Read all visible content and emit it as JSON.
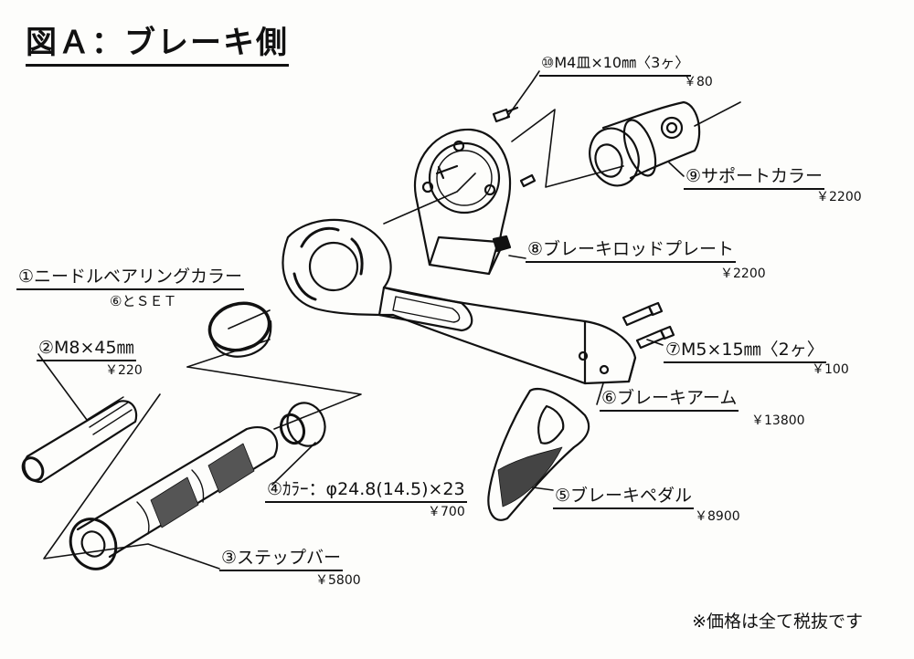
{
  "title": "図Ａ：ブレーキ側",
  "parts": [
    {
      "label": "⑩M4皿×10㎜〈3ヶ〉",
      "price": "￥80"
    },
    {
      "label": "⑨サポートカラー",
      "price": "￥2200"
    },
    {
      "label": "⑧ブレーキロッドプレート",
      "price": "￥2200"
    },
    {
      "label": "①ニードルベアリングカラー",
      "price": "⑥とＳＥＴ"
    },
    {
      "label": "②M8×45㎜",
      "price": "￥220"
    },
    {
      "label": "⑦M5×15㎜〈2ヶ〉",
      "price": "￥100"
    },
    {
      "label": "⑥ブレーキアーム",
      "price": "￥13800"
    },
    {
      "label": "④ｶﾗｰ：φ24.8(14.5)×23",
      "price": "￥700"
    },
    {
      "label": "⑤ブレーキペダル",
      "price": "￥8900"
    },
    {
      "label": "③ステップバー",
      "price": "￥5800"
    }
  ],
  "note": "※価格は全て税抜です"
}
